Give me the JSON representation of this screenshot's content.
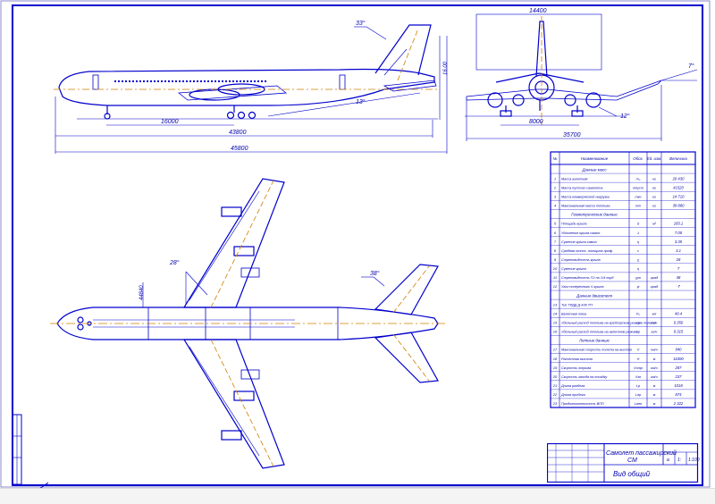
{
  "colors": {
    "outline": "#0000cc",
    "frame": "#0000cc",
    "axis": "#d08000",
    "background": "#ffffff"
  },
  "dimensions": {
    "side_height": "16.00",
    "side_length_1": "16000",
    "side_length_2": "43800",
    "side_length_total": "45800",
    "front_height": "14400",
    "front_track": "8000",
    "front_span": "35700",
    "angle_tail_top": "33°",
    "angle_tail_side": "13°",
    "angle_dihedral": "7°",
    "angle_front_wing": "12°",
    "top_angle_wing": "28°",
    "top_angle_tail": "38°",
    "top_chord": "44840"
  },
  "table": {
    "headers": [
      "№",
      "Наименование",
      "Обоз.",
      "Ед. изм.",
      "Величина"
    ],
    "rows": [
      {
        "n": "",
        "name": "Данные масс",
        "sym": "",
        "unit": "",
        "val": ""
      },
      {
        "n": "1",
        "name": "Масса взлетная",
        "sym": "m₀",
        "unit": "кг",
        "val": "20 430"
      },
      {
        "n": "2",
        "name": "Масса пустого самолета",
        "sym": "mпуст",
        "unit": "кг",
        "val": "41520"
      },
      {
        "n": "3",
        "name": "Масса коммерческой нагрузки",
        "sym": "mкн",
        "unit": "кг",
        "val": "14 710"
      },
      {
        "n": "4",
        "name": "Максимальная масса топлива",
        "sym": "mт",
        "unit": "кг",
        "val": "39 880"
      },
      {
        "n": "",
        "name": "Геометрические данные",
        "sym": "",
        "unit": "",
        "val": ""
      },
      {
        "n": "5",
        "name": "Площадь крыла",
        "sym": "S",
        "unit": "м²",
        "val": "183.1"
      },
      {
        "n": "6",
        "name": "Удлинение крыла самол.",
        "sym": "λ",
        "unit": "",
        "val": "7.00"
      },
      {
        "n": "7",
        "name": "Сужение крыла самол.",
        "sym": "η",
        "unit": "",
        "val": "3.35"
      },
      {
        "n": "8",
        "name": "Средняя относ. толщина проф.",
        "sym": "c",
        "unit": "",
        "val": "3.1"
      },
      {
        "n": "9",
        "name": "Стреловидность крыла",
        "sym": "χ",
        "unit": "",
        "val": "28"
      },
      {
        "n": "10",
        "name": "Сужение крыла",
        "sym": "η",
        "unit": "",
        "val": "7"
      },
      {
        "n": "11",
        "name": "Стреловидность ГО по 1/4 хорд",
        "sym": "χго",
        "unit": "град",
        "val": "48"
      },
      {
        "n": "12",
        "name": "Угол поперечного V крыла",
        "sym": "ψ",
        "unit": "град",
        "val": "-7"
      },
      {
        "n": "",
        "name": "Данные двигателя",
        "sym": "",
        "unit": "",
        "val": ""
      },
      {
        "n": "13",
        "name": "Тип ТРДД Д-436 ТП",
        "sym": "",
        "unit": "",
        "val": ""
      },
      {
        "n": "14",
        "name": "Взлетная тяга",
        "sym": "P₀",
        "unit": "кН",
        "val": "49.4"
      },
      {
        "n": "15",
        "name": "Удельный расход топлива на крейсерском режиме полета",
        "sym": "cр",
        "unit": "кг/ч",
        "val": "0.350"
      },
      {
        "n": "16",
        "name": "Удельный расход топлива на взлетном режиме",
        "sym": "cр",
        "unit": "кг/ч",
        "val": "0.315"
      },
      {
        "n": "",
        "name": "Летные данные",
        "sym": "",
        "unit": "",
        "val": ""
      },
      {
        "n": "17",
        "name": "Максимальная скорость полета на высоте",
        "sym": "V",
        "unit": "км/ч",
        "val": "940"
      },
      {
        "n": "18",
        "name": "Расчетная высота",
        "sym": "H",
        "unit": "м",
        "val": "11000"
      },
      {
        "n": "19",
        "name": "Скорость отрыва",
        "sym": "Vотр",
        "unit": "км/ч",
        "val": "287"
      },
      {
        "n": "20",
        "name": "Скорость захода на посадку",
        "sym": "Vзп",
        "unit": "км/ч",
        "val": "237"
      },
      {
        "n": "21",
        "name": "Длина разбега",
        "sym": "Lр",
        "unit": "м",
        "val": "1018"
      },
      {
        "n": "22",
        "name": "Длина пробега",
        "sym": "Lпр",
        "unit": "м",
        "val": "874"
      },
      {
        "n": "23",
        "name": "Продолжительность ВПП",
        "sym": "Lвпп",
        "unit": "м",
        "val": "2 322"
      }
    ]
  },
  "title_block": {
    "title_line1": "Самолет пассажирский",
    "title_line2": "СМ",
    "subtitle": "Вид общий",
    "sheet_lit": "а",
    "mass": "1:",
    "scale": "1:100"
  }
}
